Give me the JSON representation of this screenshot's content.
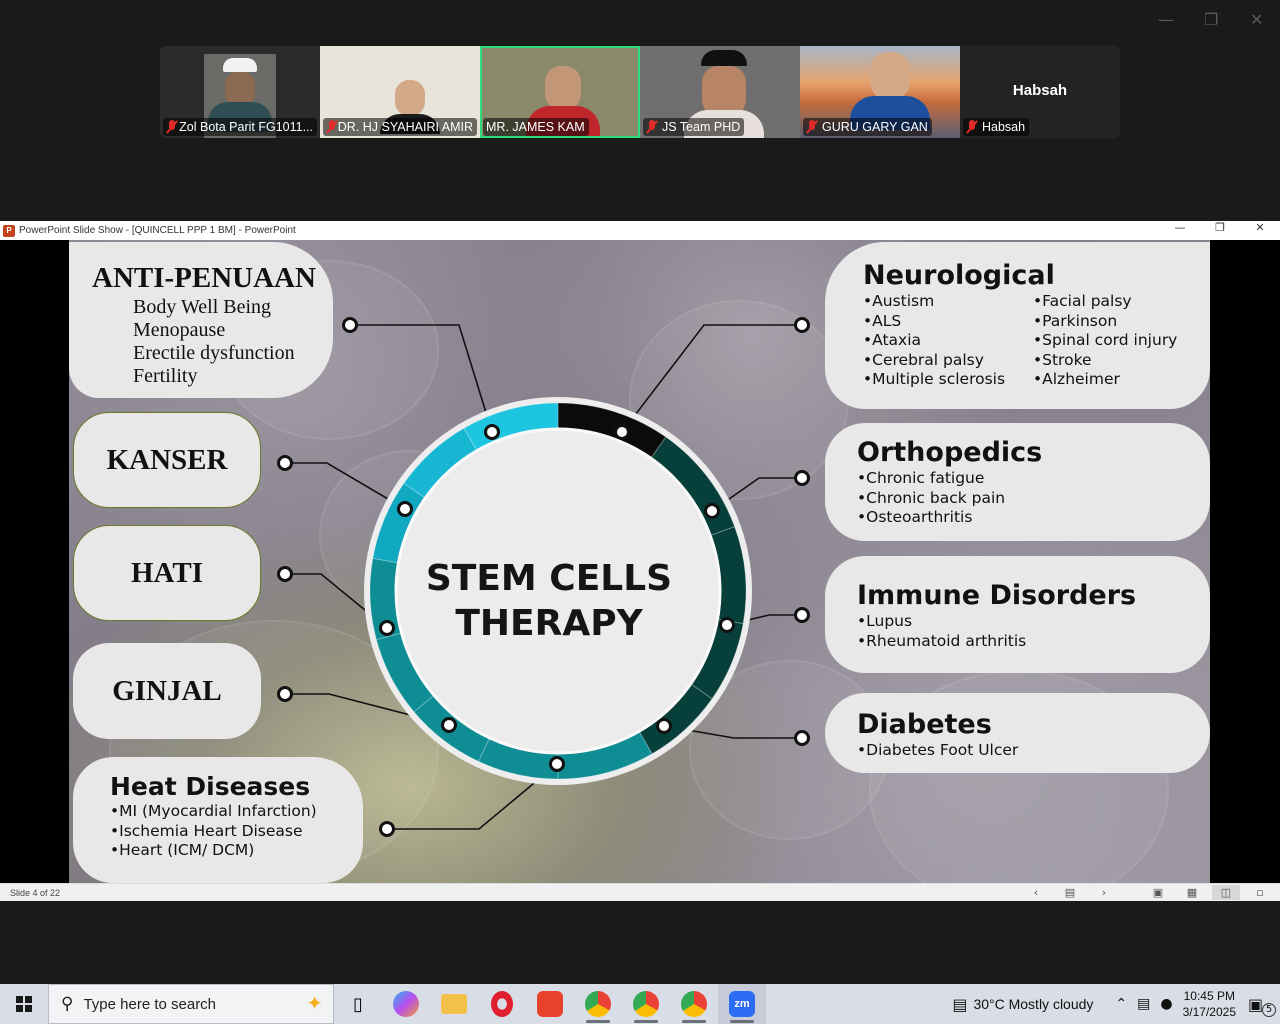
{
  "zoom": {
    "participants": [
      {
        "name": "Zol Bota Parit FG1011...",
        "muted": true,
        "bg": "#2b2b2b",
        "shirt": "#2e4d55"
      },
      {
        "name": "DR. HJ SYAHAIRI AMIR",
        "muted": true,
        "bg": "#e9e4da",
        "shirt": "#1c1c1c"
      },
      {
        "name": "MR. JAMES KAM",
        "muted": false,
        "active": true,
        "bg": "#8a8a6a",
        "shirt": "#c0272d"
      },
      {
        "name": "JS Team PHD",
        "muted": true,
        "bg": "#6f6f70",
        "shirt": "#e8e0dc"
      },
      {
        "name": "GURU GARY GAN",
        "muted": true,
        "bg": "#c86d3d",
        "shirt": "#1c4f9e"
      },
      {
        "name": "Habsah",
        "muted": true,
        "bg": "#232323",
        "label_center": "Habsah"
      }
    ]
  },
  "ppt": {
    "title": "PowerPoint Slide Show - [QUINCELL PPP 1 BM] - PowerPoint",
    "slide_status": "Slide 4 of 22"
  },
  "slide": {
    "center_title_line1": "STEM CELLS",
    "center_title_line2": "THERAPY",
    "anti_penuaan": {
      "title": "ANTI-PENUAAN",
      "items": [
        "Body Well Being",
        "Menopause",
        "Erectile dysfunction",
        "Fertility"
      ]
    },
    "kanser": "KANSER",
    "hati": "HATI",
    "ginjal": "GINJAL",
    "heat": {
      "title": "Heat Diseases",
      "items": [
        "•MI (Myocardial Infarction)",
        "•Ischemia Heart Disease",
        "•Heart (ICM/ DCM)"
      ]
    },
    "neuro": {
      "title": "Neurological",
      "col1": [
        "•Austism",
        "•ALS",
        "•Ataxia",
        "•Cerebral palsy",
        "•Multiple sclerosis"
      ],
      "col2": [
        "•Facial palsy",
        "•Parkinson",
        "•Spinal cord injury",
        "•Stroke",
        "•Alzheimer"
      ]
    },
    "ortho": {
      "title": "Orthopedics",
      "items": [
        "•Chronic fatigue",
        "•Chronic back pain",
        "•Osteoarthritis"
      ]
    },
    "immune": {
      "title": "Immune Disorders",
      "items": [
        "•Lupus",
        "•Rheumatoid arthritis"
      ]
    },
    "diabetes": {
      "title": "Diabetes",
      "items": [
        "•Diabetes Foot Ulcer"
      ]
    }
  },
  "taskbar": {
    "search_placeholder": "Type here to search",
    "weather": "30°C  Mostly cloudy",
    "time": "10:45 PM",
    "date": "3/17/2025",
    "notifications": "5"
  },
  "colors": {
    "ring_cyan": "#1ec5e0",
    "ring_teal": "#0e8d95",
    "ring_dark": "#073f3b",
    "ring_black": "#0b0b0b",
    "box": "#e8e8e8"
  }
}
